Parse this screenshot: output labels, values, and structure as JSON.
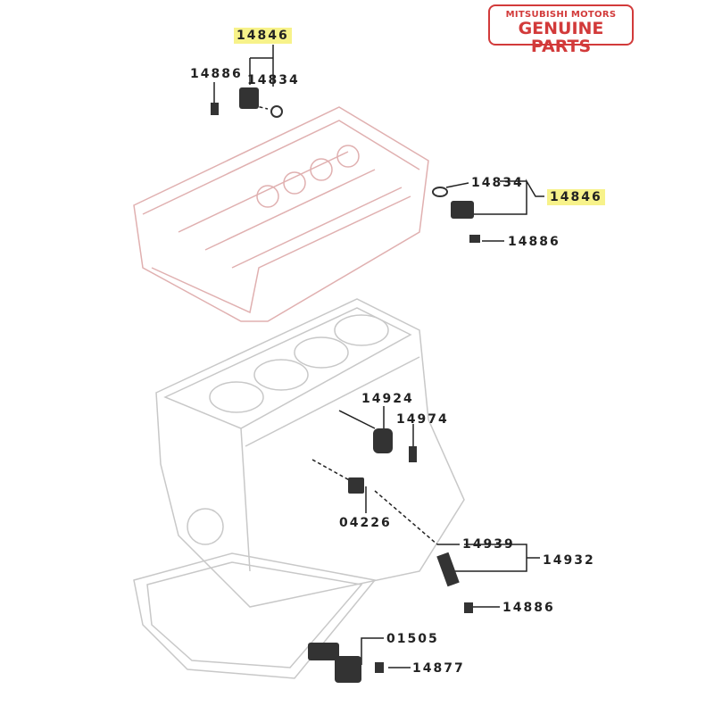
{
  "logo": {
    "line1": "MITSUBISHI MOTORS",
    "line2": "GENUINE PARTS",
    "color": "#d23a3a"
  },
  "highlight_color": "#f7f28a",
  "callouts": {
    "top_assembly": "14846",
    "top_bolt": "14886",
    "top_oring": "14834",
    "right_oring": "14834",
    "right_assembly": "14846",
    "right_bolt": "14886",
    "knock_sensor": "14924",
    "knock_bolt": "14974",
    "oil_pressure_switch": "04226",
    "crank_oring": "14939",
    "crank_assembly": "14932",
    "crank_bolt": "14886",
    "oil_level_sensor": "01505",
    "oil_level_bolt": "14877"
  }
}
